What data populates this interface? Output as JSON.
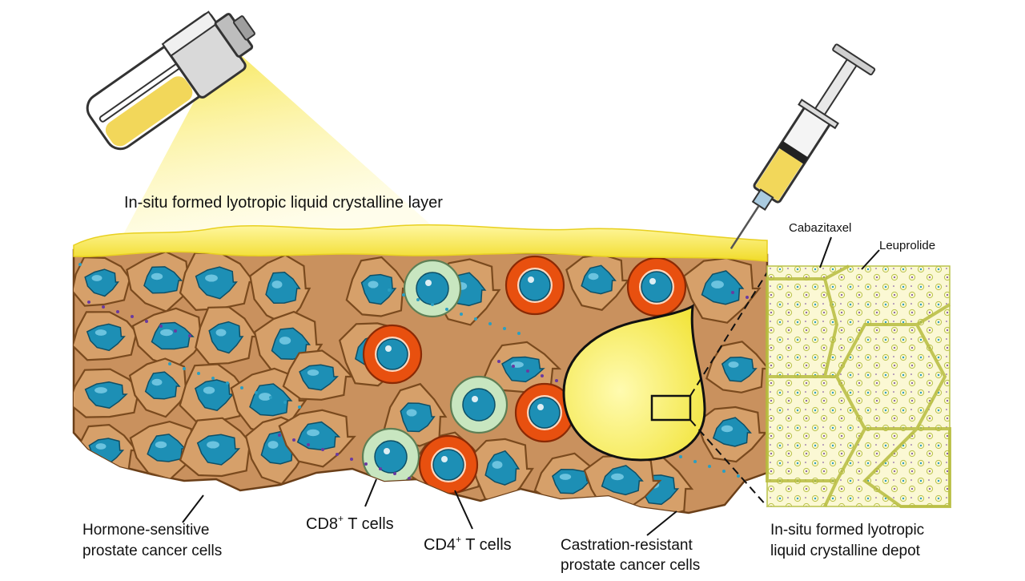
{
  "labels": {
    "spray_layer": "In-situ formed lyotropic liquid crystalline layer",
    "cabazitaxel": "Cabazitaxel",
    "leuprolide": "Leuprolide",
    "hormone_sensitive_line1": "Hormone-sensitive",
    "hormone_sensitive_line2": "prostate cancer cells",
    "cd8_prefix": "CD8",
    "cd8_sup": "+",
    "cd8_suffix": " T cells",
    "cd4_prefix": "CD4",
    "cd4_sup": "+",
    "cd4_suffix": " T cells",
    "castration_resistant_line1": "Castration-resistant",
    "castration_resistant_line2": "prostate cancer cells",
    "depot_line1": "In-situ formed lyotropic",
    "depot_line2": "liquid crystalline depot"
  },
  "icons": {
    "spray": "spray-bottle-icon",
    "syringe": "syringe-icon"
  },
  "colors": {
    "tissue": "#c9915e",
    "cancer_cell": "#d6a06a",
    "cancer_cell_edge": "#7a4a1e",
    "nucleus": "#1d8fb5",
    "cd8_cell": "#c8e6c0",
    "cd4_cell": "#e8500f",
    "lc_yellow": "#f7ef6a",
    "lattice_bg": "#fbf8d4"
  }
}
